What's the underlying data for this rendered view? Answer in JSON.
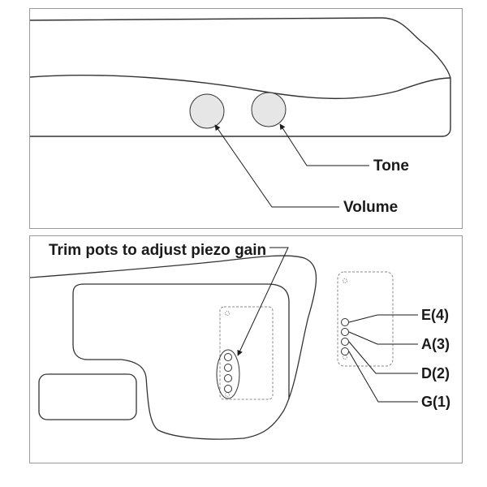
{
  "top_panel": {
    "labels": {
      "tone": "Tone",
      "volume": "Volume"
    }
  },
  "bottom_panel": {
    "title": "Trim pots to adjust piezo gain",
    "strings": [
      "E(4)",
      "A(3)",
      "D(2)",
      "G(1)"
    ]
  },
  "colors": {
    "line": "#333333",
    "knob_fill": "#e6e6e6",
    "dashed": "#888888",
    "panel_border": "#9a9a9a"
  }
}
